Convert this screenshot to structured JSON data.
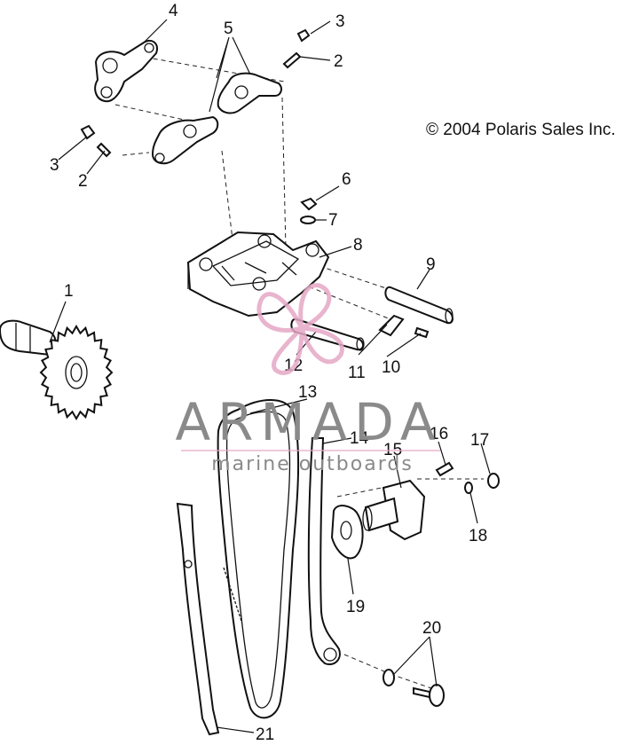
{
  "copyright": "© 2004 Polaris Sales Inc.",
  "watermark": {
    "brand": "ARMADA",
    "tagline": "marine outboards",
    "color": "#e6a8c6"
  },
  "callouts": [
    "1",
    "2",
    "2",
    "3",
    "3",
    "4",
    "5",
    "6",
    "7",
    "8",
    "9",
    "10",
    "11",
    "12",
    "13",
    "14",
    "15",
    "16",
    "17",
    "18",
    "19",
    "20",
    "21"
  ]
}
